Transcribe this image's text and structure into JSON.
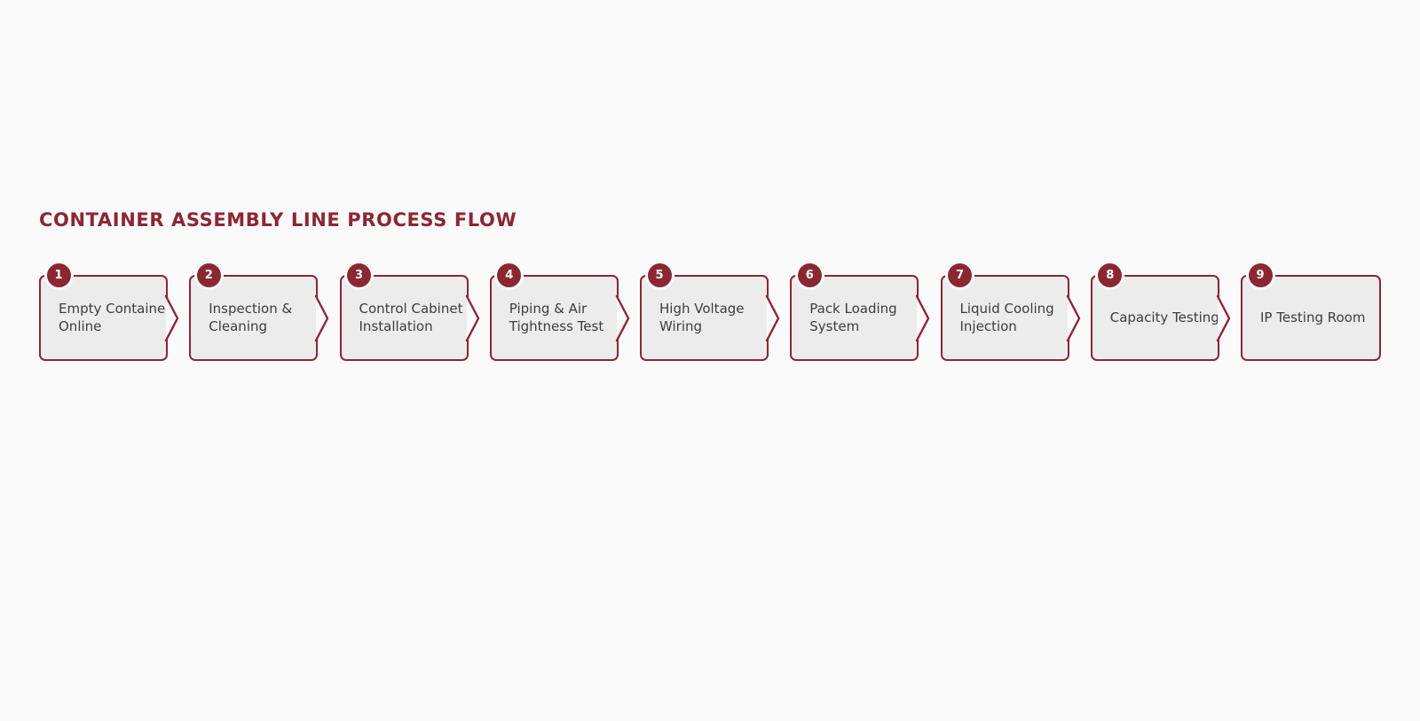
{
  "theme": {
    "accent": "#8b2733",
    "boxFill": "#ececec",
    "pageBg": "#fafafa",
    "text": "#3b3d40",
    "badgeText": "#ffffff"
  },
  "title": {
    "text": "CONTAINER ASSEMBLY LINE PROCESS FLOW"
  },
  "flow": {
    "steps": [
      {
        "number": "1",
        "lines": [
          "Empty Container",
          "Online"
        ]
      },
      {
        "number": "2",
        "lines": [
          "Inspection &",
          "Cleaning"
        ]
      },
      {
        "number": "3",
        "lines": [
          "Control Cabinet",
          "Installation"
        ]
      },
      {
        "number": "4",
        "lines": [
          "Piping & Air",
          "Tightness Test"
        ]
      },
      {
        "number": "5",
        "lines": [
          "High Voltage",
          "Wiring"
        ]
      },
      {
        "number": "6",
        "lines": [
          "Pack Loading",
          "System"
        ]
      },
      {
        "number": "7",
        "lines": [
          "Liquid Cooling",
          "Injection"
        ]
      },
      {
        "number": "8",
        "lines": [
          "Capacity Testing"
        ]
      },
      {
        "number": "9",
        "lines": [
          "IP Testing Room"
        ]
      }
    ]
  }
}
